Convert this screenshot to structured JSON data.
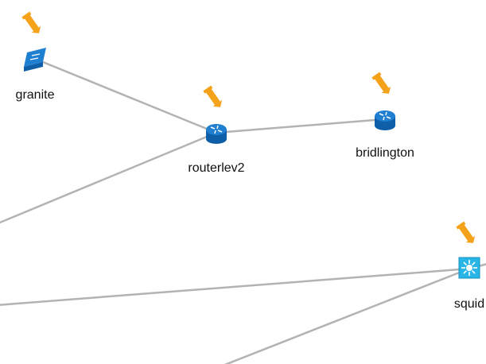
{
  "colors": {
    "link": "#b3b3b3",
    "router_body": "#1f7fd1",
    "router_dark": "#0f5ea8",
    "switch_body": "#1f7fd1",
    "l3switch_body": "#29b6e6",
    "alert": "#f5a21b"
  },
  "nodes": [
    {
      "id": "granite",
      "label": "granite",
      "type": "switch",
      "icon": "switch-icon",
      "alert": true
    },
    {
      "id": "routerlev2",
      "label": "routerlev2",
      "type": "router",
      "icon": "router-icon",
      "alert": true
    },
    {
      "id": "bridlington",
      "label": "bridlington",
      "type": "router",
      "icon": "router-icon",
      "alert": true
    },
    {
      "id": "squid",
      "label": "squid",
      "type": "l3switch",
      "icon": "l3-switch-icon",
      "alert": true
    }
  ],
  "links": [
    {
      "from": "granite",
      "to": "routerlev2"
    },
    {
      "from": "routerlev2",
      "to": "bridlington"
    },
    {
      "from": "routerlev2",
      "to": "offscreen-left"
    },
    {
      "from": "squid",
      "to": "offscreen-left"
    },
    {
      "from": "squid",
      "to": "offscreen-bottom"
    },
    {
      "from": "squid",
      "to": "offscreen-right"
    }
  ]
}
